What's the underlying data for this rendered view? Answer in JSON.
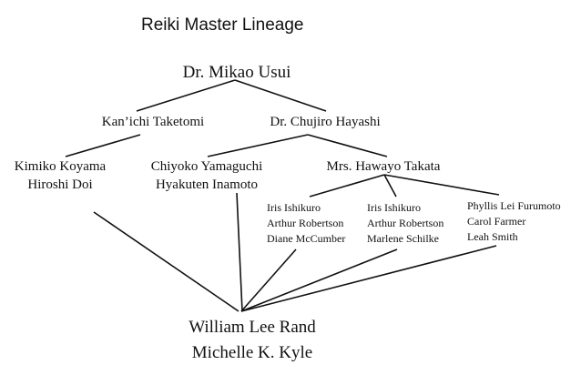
{
  "title": "Reiki Master Lineage",
  "nodes": {
    "usui": [
      "Dr. Mikao Usui"
    ],
    "taketomi": [
      "Kan’ichi Taketomi"
    ],
    "hayashi": [
      "Dr. Chujiro Hayashi"
    ],
    "koyama_doi": [
      "Kimiko Koyama",
      "Hiroshi Doi"
    ],
    "yamaguchi_inamoto": [
      "Chiyoko Yamaguchi",
      "Hyakuten Inamoto"
    ],
    "takata": [
      "Mrs. Hawayo Takata"
    ],
    "ishikuro_mccumber": [
      "Iris Ishikuro",
      "Arthur Robertson",
      "Diane McCumber"
    ],
    "ishikuro_schilke": [
      "Iris Ishikuro",
      "Arthur Robertson",
      "Marlene Schilke"
    ],
    "furumoto_farmer_smith": [
      "Phyllis Lei Furumoto",
      "Carol Farmer",
      "Leah Smith"
    ],
    "rand_kyle": [
      "William Lee Rand",
      "Michelle K. Kyle"
    ]
  }
}
